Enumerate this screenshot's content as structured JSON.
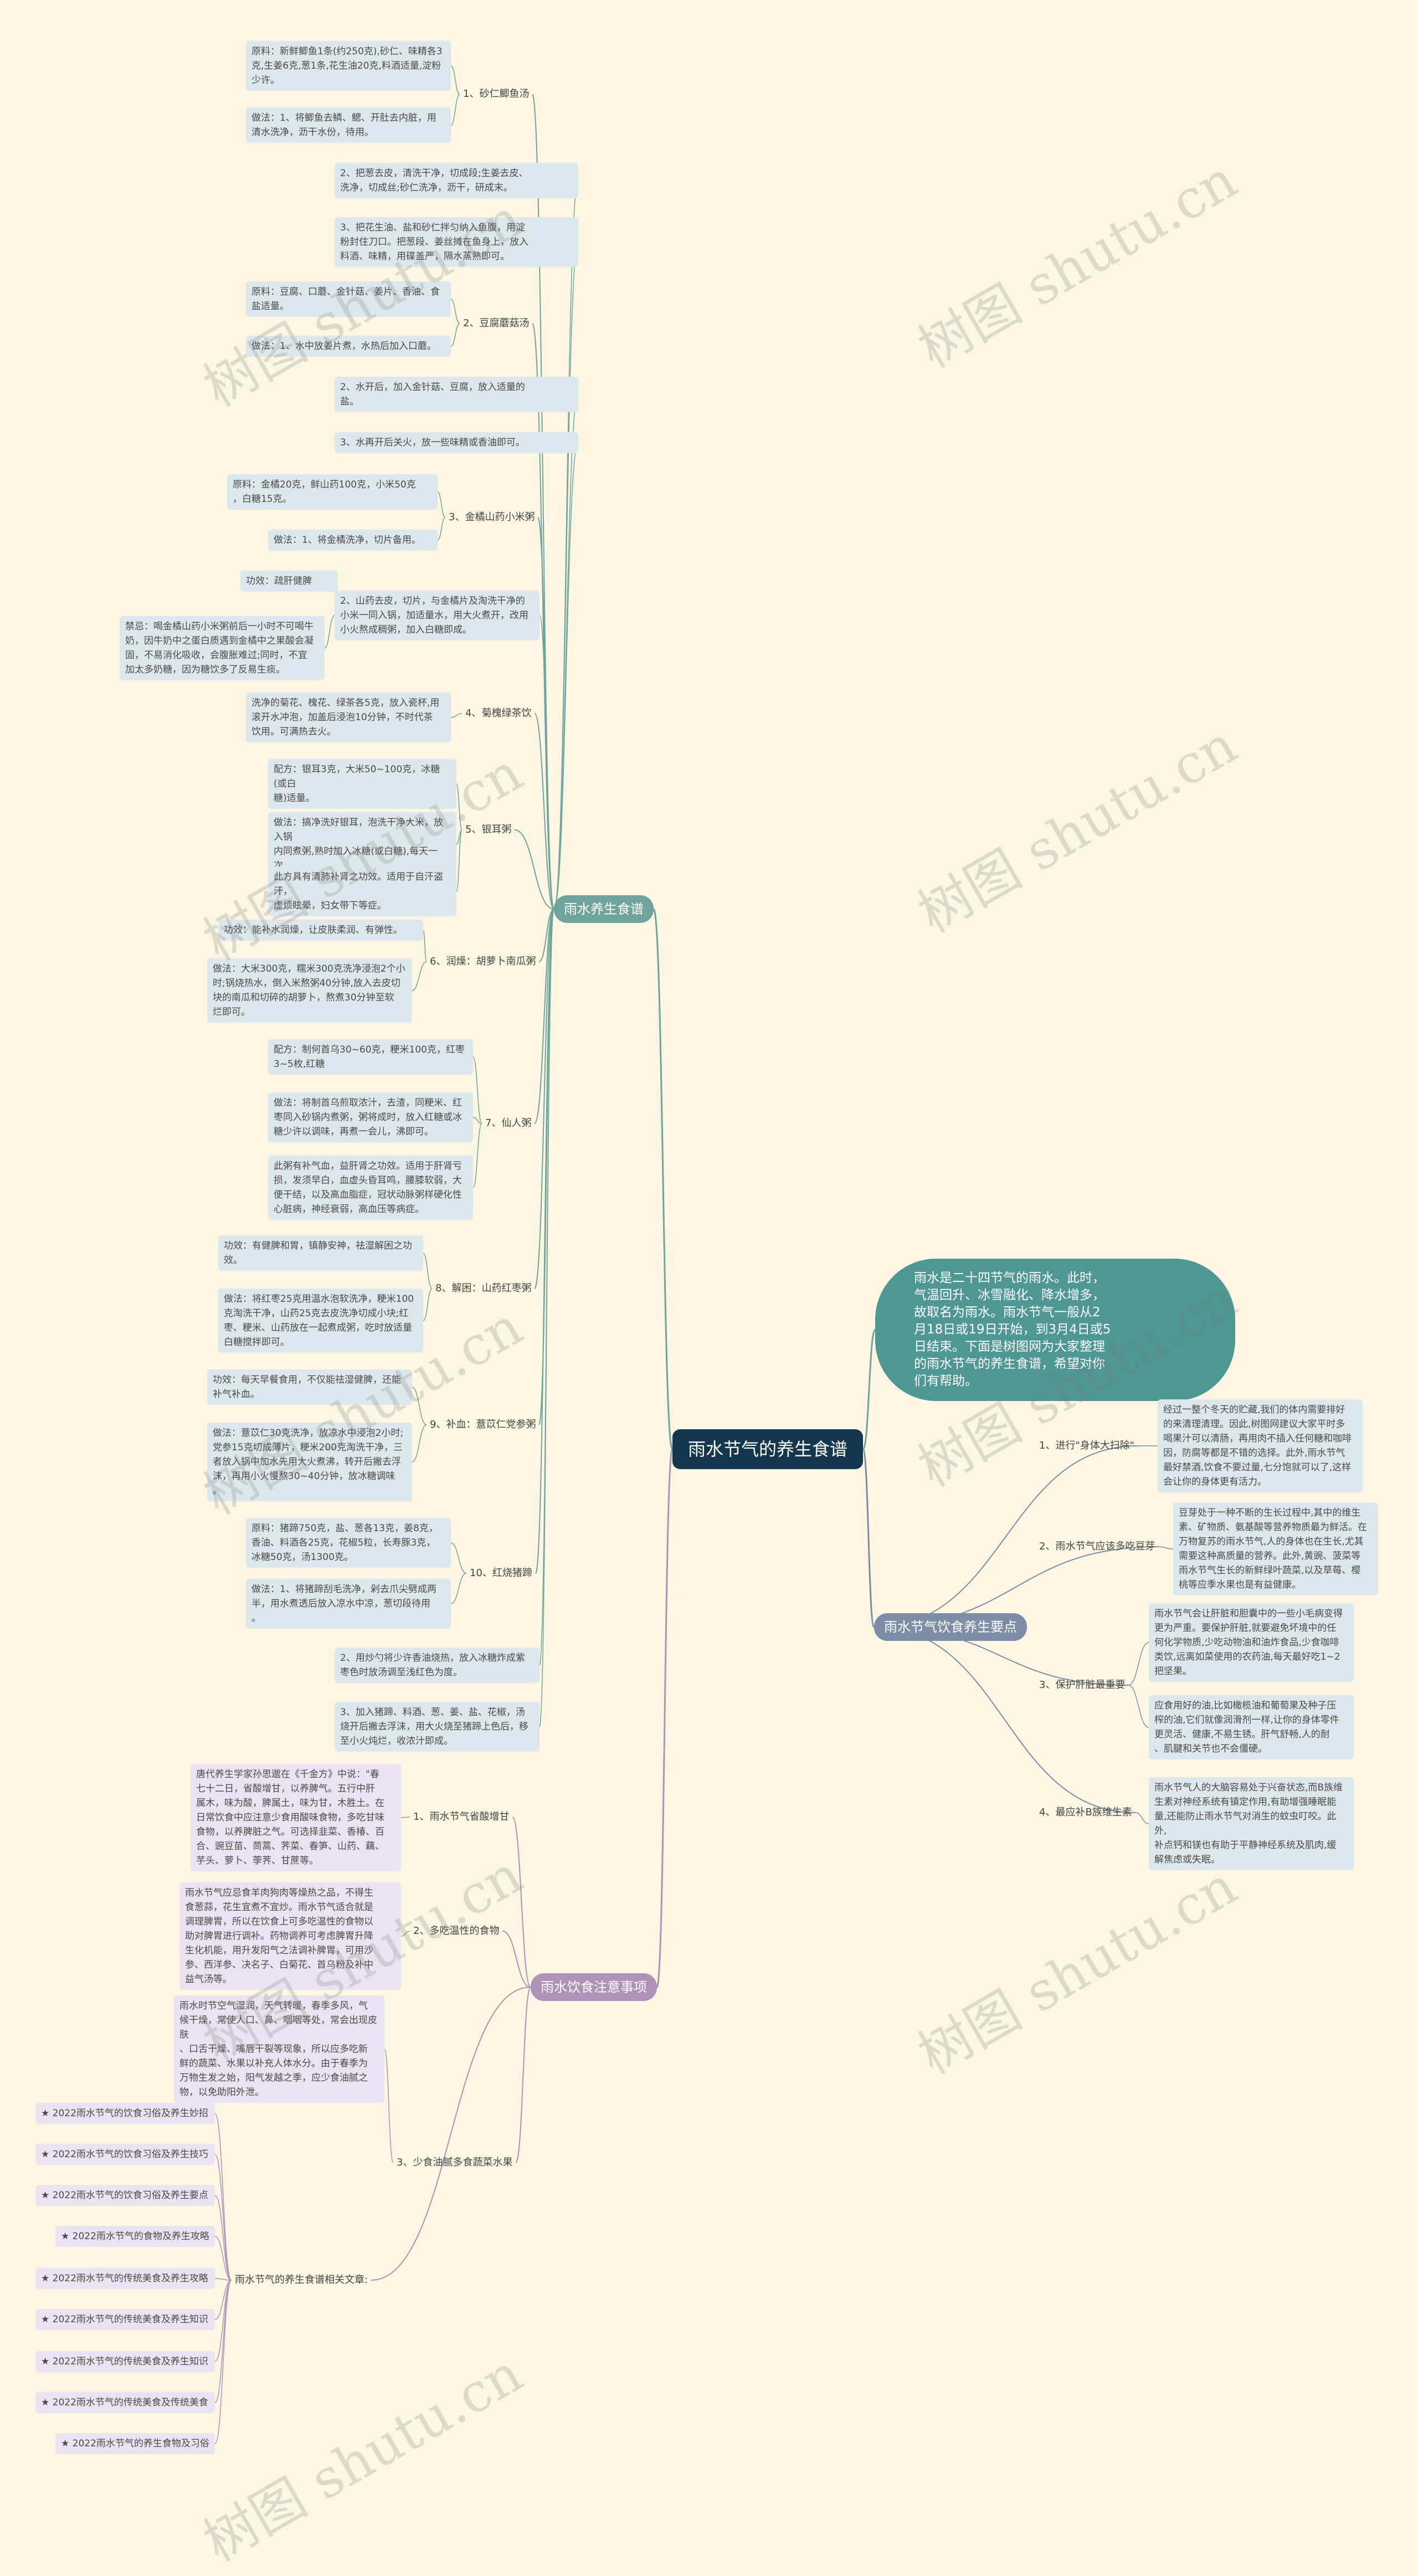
{
  "root": "雨水节气的养生食谱",
  "intro": "雨水是二十四节气的雨水。此时，\n气温回升、冰雪融化、降水增多，\n故取名为雨水。雨水节气一般从2\n月18日或19日开始，到3月4日或5\n日结束。下面是树图网为大家整理\n的雨水节气的养生食谱，希望对你\n们有帮助。",
  "watermark": "树图 shutu.cn",
  "branches": {
    "diet": "雨水养生食谱",
    "principles": "雨水节气饮食养生要点",
    "notes": "雨水饮食注意事项"
  },
  "diet": {
    "s1_title": "1、砂仁鲫鱼汤",
    "s1_a": "原料：新鲜鲫鱼1条(约250克),砂仁、味精各3\n克,生姜6克,葱1条,花生油20克,料酒适量,淀粉\n少许。",
    "s1_b": "做法：1、将鲫鱼去鳞、鳃、开肚去内脏，用\n清水洗净，沥干水份，待用。",
    "s1_c": "2、把葱去皮，清洗干净，切成段;生姜去皮、\n洗净，切成丝;砂仁洗净，沥干，研成末。",
    "s1_d": "3、把花生油、盐和砂仁拌匀纳入鱼腹，用淀\n粉封住刀口。把葱段、姜丝摊在鱼身上，放入\n料酒、味精，用碟盖严，隔水蒸熟即可。",
    "s2_title": "2、豆腐蘑菇汤",
    "s2_a": "原料：豆腐、口蘑、金针菇、姜片、香油、食\n盐适量。",
    "s2_b": "做法：1、水中放姜片煮，水热后加入口蘑。",
    "s2_c": "2、水开后，加入金针菇、豆腐，放入适量的\n盐。",
    "s2_d": "3、水再开后关火，放一些味精或香油即可。",
    "s3_title": "3、金橘山药小米粥",
    "s3_a": "原料：金橘20克，鲜山药100克，小米50克\n，白糖15克。",
    "s3_b": "做法：1、将金橘洗净，切片备用。",
    "s3_c": "功效：疏肝健脾",
    "s3_d": "2、山药去皮，切片，与金橘片及淘洗干净的\n小米一同入锅，加适量水，用大火煮开，改用\n小火熬成稠粥，加入白糖即成。",
    "s3_e": "禁忌：喝金橘山药小米粥前后一小时不可喝牛\n奶，因牛奶中之蛋白质遇到金橘中之果酸会凝\n固，不易消化吸收，会腹胀难过;同时，不宜\n加太多奶糖，因为糖饮多了反易生痰。",
    "s4_title": "4、菊槐绿茶饮",
    "s4_a": "洗净的菊花、槐花、绿茶各5克，放入瓷杯,用\n滚开水冲泡，加盖后浸泡10分钟，不时代茶\n饮用。可满热去火。",
    "s5_title": "5、银耳粥",
    "s5_a": "配方：银耳3克，大米50~100克，冰糖(或白\n糖)适量。",
    "s5_b": "做法：搞净洗好银耳，泡洗干净大米，放入锅\n内同煮粥,熟时加入冰糖(或白糖),每天一次。",
    "s5_c": "此方具有清肺补肾之功效。适用于自汗盗汗，\n虚烦眩晕，妇女带下等症。",
    "s6_title": "6、润燥：胡萝卜南瓜粥",
    "s6_a": "功效：能补水润燥，让皮肤柔润、有弹性。",
    "s6_b": "做法：大米300克，糯米300克洗净浸泡2个小\n时;锅烧热水，倒入米熬粥40分钟,放入去皮切\n块的南瓜和切碎的胡萝卜，熬煮30分钟至软\n烂即可。",
    "s7_title": "7、仙人粥",
    "s7_a": "配方：制何首乌30~60克，粳米100克，红枣\n3~5枚,红糖",
    "s7_b": "做法：将制首乌煎取浓汁，去渣，同粳米、红\n枣同入砂锅内煮粥，粥将成时，放入红糖或冰\n糖少许以调味，再煮一会儿，沸即可。",
    "s7_c": "此粥有补气血，益肝肾之功效。适用于肝肾亏\n损，发须早白，血虚头昏耳鸣，腰膝软弱，大\n便干结，以及高血脂症，冠状动脉粥样硬化性\n心脏病，神经衰弱，高血压等病症。",
    "s8_title": "8、解困：山药红枣粥",
    "s8_a": "功效：有健脾和胃，镇静安神，祛湿解困之功\n效。",
    "s8_b": "做法：将红枣25克用温水泡软洗净，粳米100\n克淘洗干净，山药25克去皮洗净切成小块;红\n枣、粳米、山药放在一起煮成粥，吃时放适量\n白糖搅拌即可。",
    "s9_title": "9、补血：薏苡仁党参粥",
    "s9_a": "功效：每天早餐食用，不仅能祛湿健脾，还能\n补气补血。",
    "s9_b": "做法：薏苡仁30克洗净，放凉水中浸泡2小时;\n党参15克切成薄片，粳米200克淘洗干净，三\n者放入锅中加水先用大火煮沸，转开后撇去浮\n沫，再用小火慢熬30~40分钟，放冰糖调味\n。",
    "s10_title": "10、红烧猪蹄",
    "s10_a": "原料：猪蹄750克，盐、葱各13克，姜8克，\n香油、料酒各25克，花椒5粒，长寿豚3克，\n冰糖50克，汤1300克。",
    "s10_b": "做法：1、将猪蹄刮毛洗净，剁去爪尖劈成两\n半，用水煮透后放入凉水中凉，葱切段待用\n。",
    "s10_c": "2、用炒勺将少许香油烧热，放入冰糖炸成紫\n枣色时放汤调至浅红色为度。",
    "s10_d": "3、加入猪蹄、料酒、葱、姜、盐、花椒，汤\n烧开后撇去浮沫，用大火烧至猪蹄上色后，移\n至小火炖烂，收浓汁即成。"
  },
  "principles": {
    "p1_title": "1、进行\"身体大扫除\"",
    "p1_a": "经过一整个冬天的贮藏,我们的体内需要排好\n的来清理清理。因此,树图网建议大家平时多\n喝果汁可以清肠，再用肉不插入任何糖和咖啡\n因，防腐等都是不错的选择。此外,雨水节气\n最好禁酒,饮食不要过量,七分饱就可以了,这样\n会让你的身体更有活力。",
    "p2_title": "2、雨水节气应该多吃豆芽",
    "p2_a": "豆芽处于一种不断的生长过程中,其中的维生\n素、矿物质、氨基酸等营养物质最为鲜活。在\n万物复苏的雨水节气,人的身体也在生长,尤其\n需要这种高质量的营养。此外,黄豌、菠菜等\n雨水节气生长的新鲜绿叶蔬菜,以及草莓、樱\n桃等应季水果也是有益健康。",
    "p3_title": "3、保护肝脏最重要",
    "p3_a": "雨水节气会让肝脏和胆囊中的一些小毛病变得\n更为严重。要保护肝脏,就要避免坏境中的任\n何化学物质,少吃动物油和油炸食品,少食咖啡\n类饮,远离如菜使用的农药油,每天最好吃1~2\n把坚果。",
    "p3_b": "应食用好的油,比如橄榄油和葡萄果及种子压\n榨的油,它们就像润滑剂一样,让你的身体零件\n更灵活、健康,不易生锈。肝气舒畅,人的耐\n、肌腱和关节也不会僵硬。",
    "p4_title": "4、最应补B族维生素",
    "p4_a": "雨水节气人的大脑容易处于兴奋状态,而B族维\n生素对神经系统有镇定作用,有助增强睡眠能\n量,还能防止雨水节气对消生的蚊虫叮咬。此外,\n补点钙和镁也有助于平静神经系统及肌肉,缓\n解焦虑或失眠。"
  },
  "notes": {
    "n1_title": "1、雨水节气省酸增甘",
    "n1_a": "唐代养生学家孙思邈在《千金方》中说：\"春\n七十二日，省酸增甘，以养脾气。五行中肝\n属木，味为酸，脾属土，味为甘，木胜土。在\n日常饮食中应注意少食用酸味食物，多吃甘味\n食物，以养脾脏之气。可选择韭菜、香椿、百\n合、豌豆苗、茼蒿、荠菜、春笋、山药、藕、\n芋头、萝卜、荸荠、甘蔗等。",
    "n2_title": "2、多吃温性的食物",
    "n2_a": "雨水节气应忌食羊肉狗肉等燥热之品，不得生\n食葱蒜，花生宜煮不宜炒。雨水节气适合就是\n调理脾胃，所以在饮食上可多吃温性的食物以\n助对脾胃进行调补。药物调养可考虑脾胃升降\n生化机能，用升发阳气之法调补脾胃，可用沙\n参、西洋参、决名子、白菊花、首乌粉及补中\n益气汤等。",
    "n3_title": "3、少食油腻多食蔬菜水果",
    "n3_a": "雨水时节空气湿润，天气转暖，春季多风，气\n候干燥，常使人口、鼻、咽咽等处，常会出现皮肤\n、口舌干燥、嘴唇干裂等现象，所以应多吃新\n鲜的蔬菜、水果以补充人体水分。由于春季为\n万物生发之始，阳气发越之季，应少食油腻之\n物，以免助阳外泄。",
    "n4_title": "雨水节气的养生食谱相关文章:",
    "related": [
      "★ 2022雨水节气的饮食习俗及养生妙招",
      "★ 2022雨水节气的饮食习俗及养生技巧",
      "★ 2022雨水节气的饮食习俗及养生要点",
      "★ 2022雨水节气的食物及养生攻略",
      "★ 2022雨水节气的传统美食及养生攻略",
      "★ 2022雨水节气的传统美食及养生知识",
      "★ 2022雨水节气的传统美食及养生知识",
      "★ 2022雨水节气的传统美食及传统美食",
      "★ 2022雨水节气的养生食物及习俗"
    ]
  }
}
